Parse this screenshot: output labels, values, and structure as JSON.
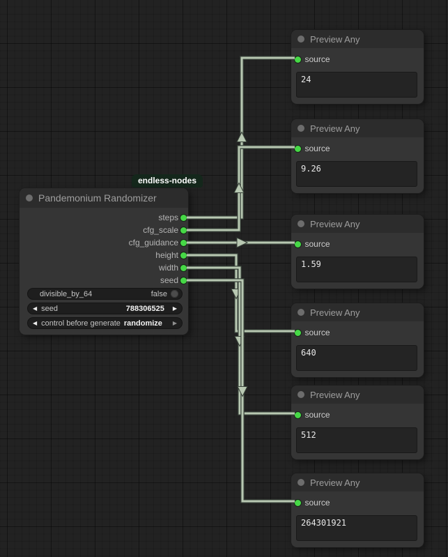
{
  "badge": {
    "label": "endless-nodes"
  },
  "main_node": {
    "title": "Pandemonium Randomizer",
    "outputs": [
      {
        "label": "steps"
      },
      {
        "label": "cfg_scale"
      },
      {
        "label": "cfg_guidance"
      },
      {
        "label": "height"
      },
      {
        "label": "width"
      },
      {
        "label": "seed"
      }
    ],
    "widgets": [
      {
        "type": "toggle",
        "label": "divisible_by_64",
        "value": "false"
      },
      {
        "type": "stepper",
        "label": "seed",
        "value": "788306525"
      },
      {
        "type": "stepper_inline",
        "label": "control before generate",
        "value": "randomize"
      }
    ]
  },
  "preview_nodes": [
    {
      "title": "Preview Any",
      "input_label": "source",
      "value": "24"
    },
    {
      "title": "Preview Any",
      "input_label": "source",
      "value": "9.26"
    },
    {
      "title": "Preview Any",
      "input_label": "source",
      "value": "1.59"
    },
    {
      "title": "Preview Any",
      "input_label": "source",
      "value": "640"
    },
    {
      "title": "Preview Any",
      "input_label": "source",
      "value": "512"
    },
    {
      "title": "Preview Any",
      "input_label": "source",
      "value": "264301921"
    }
  ],
  "links": [
    {
      "from_output": "steps",
      "to_preview": 0
    },
    {
      "from_output": "cfg_scale",
      "to_preview": 1
    },
    {
      "from_output": "cfg_guidance",
      "to_preview": 2
    },
    {
      "from_output": "height",
      "to_preview": 3
    },
    {
      "from_output": "width",
      "to_preview": 4
    },
    {
      "from_output": "seed",
      "to_preview": 5
    }
  ],
  "icons": {
    "stepper_left": "◀",
    "stepper_right": "▶"
  },
  "colors": {
    "wire": "#b8c8b2",
    "wire_casing": "#39423a",
    "slot_green": "#46d846",
    "node_body": "#353535",
    "node_titlebar": "#2c2c2c",
    "badge_bg": "#14271b",
    "background": "#222222"
  }
}
